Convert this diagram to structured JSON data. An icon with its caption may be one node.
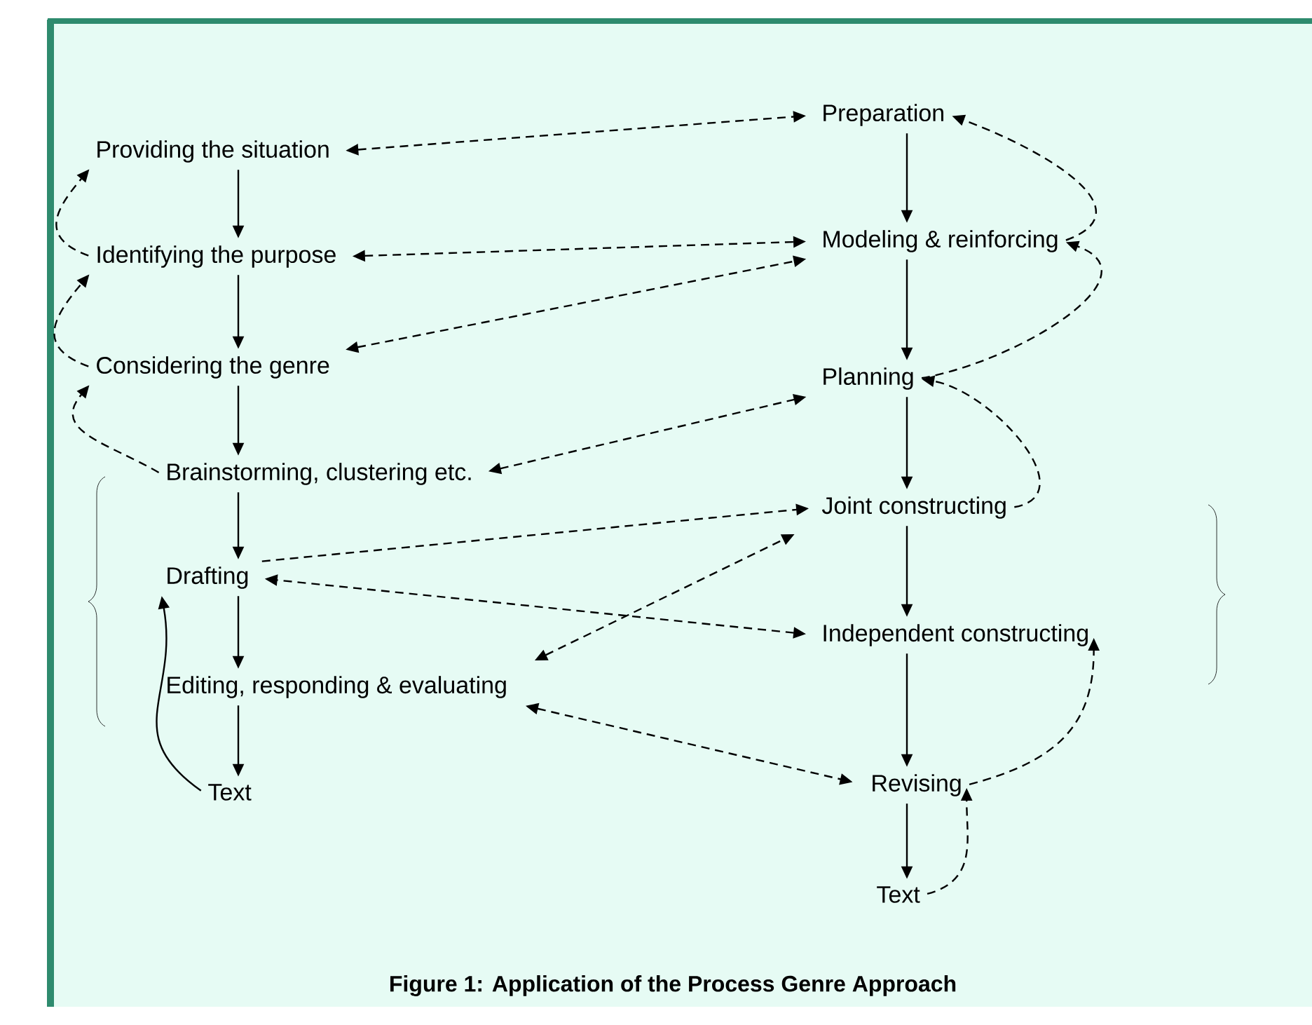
{
  "diagram": {
    "caption": "Figure 1: Application of the Process Genre Approach",
    "nodes": [
      {
        "text": [
          "Providing the situation"
        ]
      },
      {
        "text": [
          "Identifying the purpose"
        ]
      },
      {
        "text": [
          "Considering the genre"
        ]
      },
      {
        "text": [
          "Brainstorming, clustering etc."
        ]
      },
      {
        "text": [
          "Drafting"
        ]
      },
      {
        "text": [
          "Editing, responding & evaluating"
        ]
      },
      {
        "text": [
          "Text"
        ]
      },
      {
        "text": [
          "Preparation"
        ]
      },
      {
        "text": [
          "Modeling & reinforcing"
        ]
      },
      {
        "text": [
          "Planning"
        ]
      },
      {
        "text": [
          "Joint constructing"
        ]
      },
      {
        "text": [
          "Independent constructing"
        ]
      },
      {
        "text": [
          "Revising"
        ]
      },
      {
        "text": [
          "Text"
        ]
      }
    ],
    "edges": [
      {
        "from": 0,
        "to": 1,
        "arrow": "to"
      },
      {
        "from": 1,
        "to": 2,
        "arrow": "to"
      },
      {
        "from": 2,
        "to": 3,
        "arrow": "to"
      },
      {
        "from": 3,
        "to": 4,
        "arrow": "to"
      },
      {
        "from": 4,
        "to": 5,
        "arrow": "to"
      },
      {
        "from": 5,
        "to": 6,
        "arrow": "to"
      },
      {
        "from": 7,
        "to": 8,
        "arrow": "to"
      },
      {
        "from": 8,
        "to": 9,
        "arrow": "to"
      },
      {
        "from": 9,
        "to": 10,
        "arrow": "to"
      },
      {
        "from": 10,
        "to": 11,
        "arrow": "to"
      },
      {
        "from": 11,
        "to": 12,
        "arrow": "to"
      },
      {
        "from": 12,
        "to": 13,
        "arrow": "to"
      },
      {
        "from": 0,
        "to": 7,
        "arrow": "both",
        "style": "dashed"
      },
      {
        "from": 1,
        "to": 8,
        "arrow": "both",
        "style": "dashed"
      },
      {
        "from": 2,
        "to": 8,
        "arrow": "both",
        "style": "dashed"
      },
      {
        "from": 3,
        "to": 9,
        "arrow": "both",
        "style": "dashed"
      },
      {
        "from": 4,
        "to": 10,
        "arrow": "to",
        "style": "dashed"
      },
      {
        "from": 11,
        "to": 4,
        "arrow": "both",
        "style": "dashed"
      },
      {
        "from": 5,
        "to": 10,
        "arrow": "both",
        "style": "dashed"
      },
      {
        "from": 5,
        "to": 12,
        "arrow": "both",
        "style": "dashed"
      },
      {
        "from": 1,
        "to": 0,
        "arrow": "to",
        "style": "dashed"
      },
      {
        "from": 2,
        "to": 1,
        "arrow": "to",
        "style": "dashed"
      },
      {
        "from": 3,
        "to": 2,
        "arrow": "to",
        "style": "dashed"
      },
      {
        "from": 6,
        "to": 4,
        "arrow": "to"
      },
      {
        "from": 8,
        "to": 7,
        "arrow": "to",
        "style": "dashed"
      },
      {
        "from": 9,
        "to": 8,
        "arrow": "to",
        "style": "dashed"
      },
      {
        "from": 10,
        "to": 9,
        "arrow": "to",
        "style": "dashed"
      },
      {
        "from": 12,
        "to": 11,
        "arrow": "to",
        "style": "dashed"
      },
      {
        "from": 13,
        "to": 12,
        "arrow": "to",
        "style": "dashed"
      }
    ]
  }
}
